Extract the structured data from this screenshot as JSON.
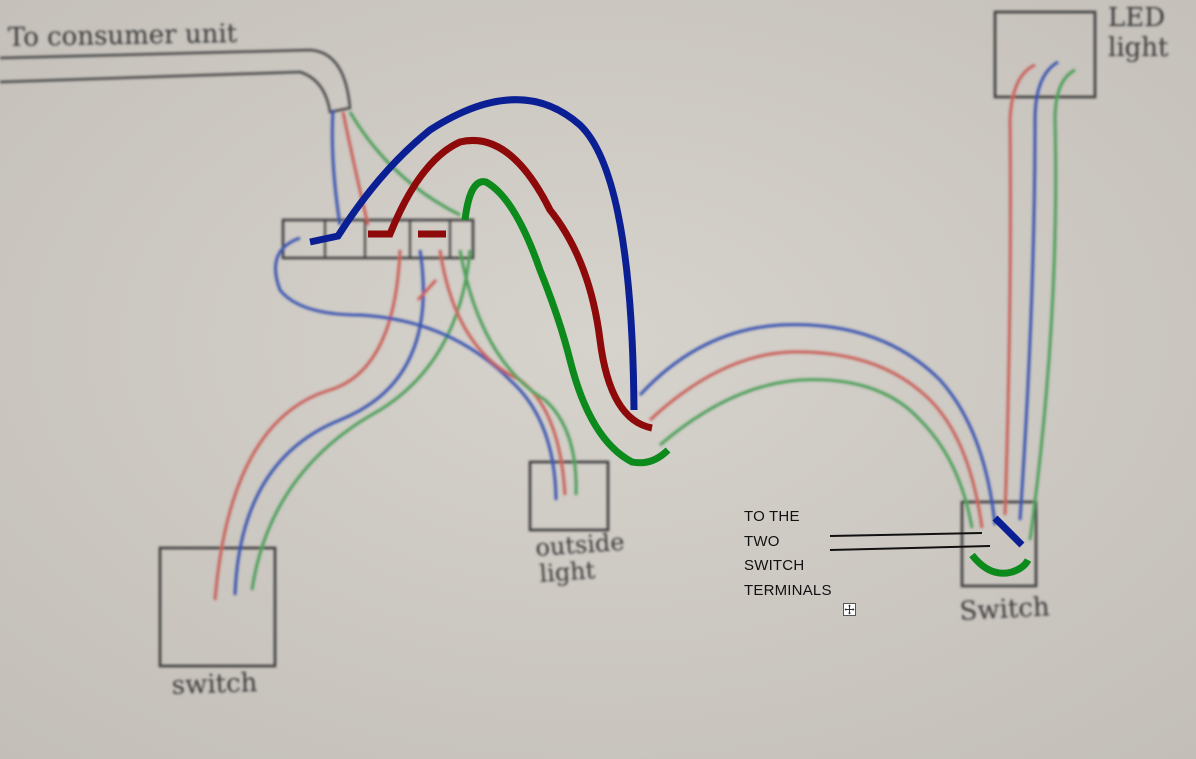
{
  "labels": {
    "consumer_unit": "To consumer unit",
    "led_light_line1": "LED",
    "led_light_line2": "light",
    "outside_light_line1": "outside",
    "outside_light_line2": "light",
    "switch_left": "switch",
    "switch_right": "Switch"
  },
  "annotation": {
    "lines": [
      "TO  THE",
      "TWO",
      "SWITCH",
      "TERMINALS"
    ]
  },
  "colors": {
    "paper": "#cfcac4",
    "pencil": "#4a4a4a",
    "blue_wire": "#0b1f94",
    "red_wire": "#8e0a0a",
    "green_wire": "#0c8a1c",
    "faint_red": "#c9625a",
    "faint_blue": "#3a55b0",
    "faint_green": "#4e9f5a"
  },
  "icons": {
    "move_handle": "move-handle-icon"
  }
}
